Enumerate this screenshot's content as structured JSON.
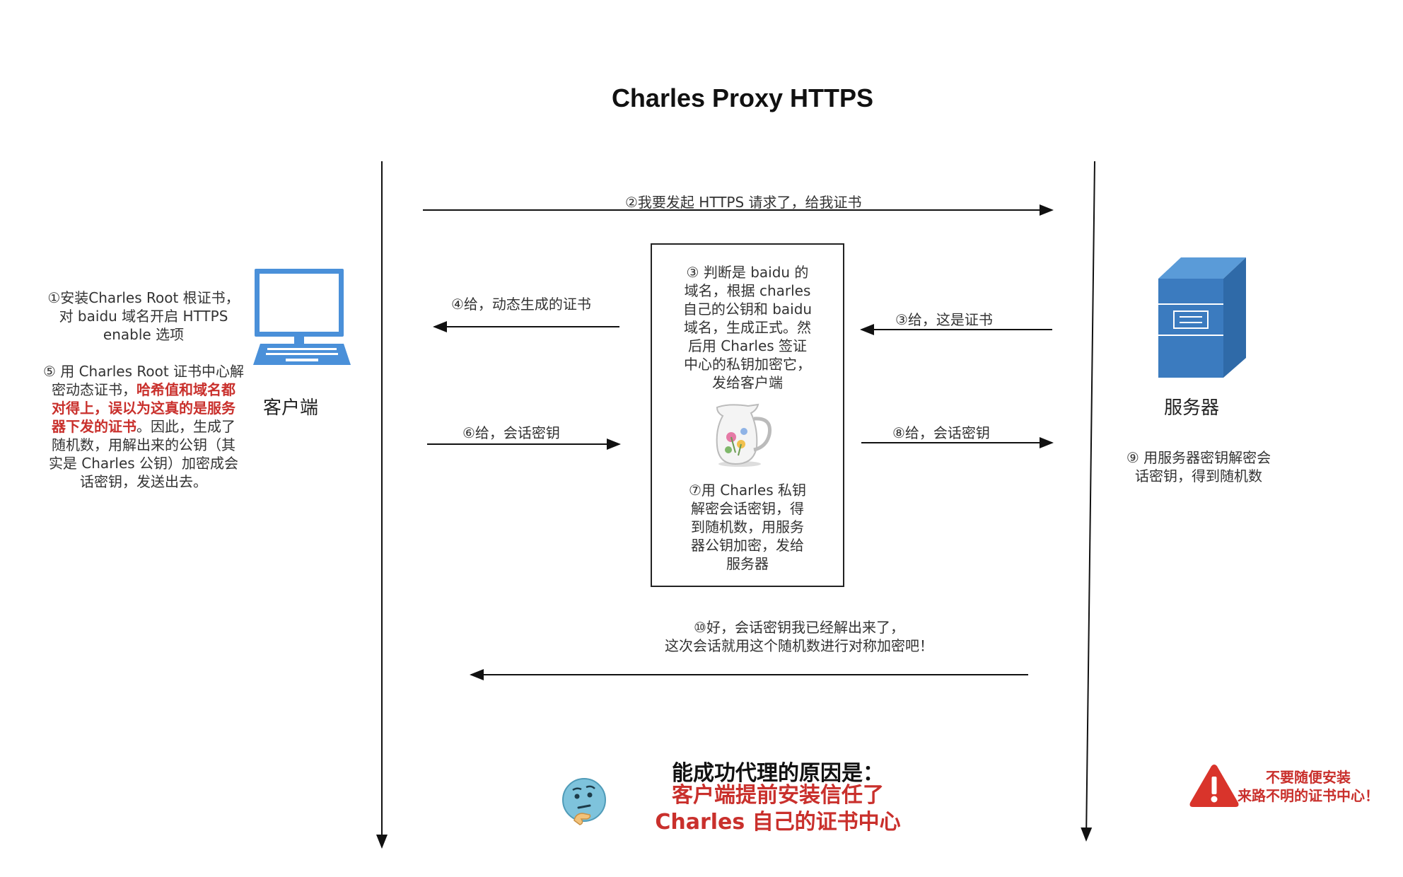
{
  "title": "Charles Proxy HTTPS",
  "actors": {
    "client": "客户端",
    "server": "服务器"
  },
  "arrows": {
    "step2": "②我要发起 HTTPS 请求了，给我证书",
    "step3": "③给，这是证书",
    "step4": "④给，动态生成的证书",
    "step6": "⑥给，会话密钥",
    "step8": "⑧给，会话密钥",
    "step10": [
      "⑩好，会话密钥我已经解出来了，",
      "这次会话就用这个随机数进行对称加密吧！"
    ]
  },
  "client_notes": {
    "step1": [
      "①安装Charles Root 根证书，",
      "对 baidu 域名开启 HTTPS",
      "enable 选项"
    ],
    "step5_lines": [
      [
        {
          "t": "⑤ 用 Charles Root 证书中心解",
          "red": false
        }
      ],
      [
        {
          "t": "密动态证书，",
          "red": false
        },
        {
          "t": "哈希值和域名都",
          "red": true
        }
      ],
      [
        {
          "t": "对得上，误以为这真的是服务",
          "red": true
        }
      ],
      [
        {
          "t": "器下发的证书",
          "red": true
        },
        {
          "t": "。因此，生成了",
          "red": false
        }
      ],
      [
        {
          "t": "随机数，用解出来的公钥（其",
          "red": false
        }
      ],
      [
        {
          "t": "实是 Charles 公钥）加密成会",
          "red": false
        }
      ],
      [
        {
          "t": "话密钥，发送出去。",
          "red": false
        }
      ]
    ]
  },
  "charles_box": {
    "step3_desc": [
      "③ 判断是 baidu 的",
      "域名，根据 charles",
      "自己的公钥和 baidu",
      "域名，生成正式。然",
      "后用 Charles 签证",
      "中心的私钥加密它，",
      "发给客户端"
    ],
    "step7_desc": [
      "⑦用 Charles 私钥",
      "解密会话密钥，得",
      "到随机数，用服务",
      "器公钥加密，发给",
      "服务器"
    ]
  },
  "server_note": [
    "⑨ 用服务器密钥解密会",
    "话密钥，得到随机数"
  ],
  "conclusion": {
    "heading": "能成功代理的原因是：",
    "lines": [
      "客户端提前安装信任了",
      "Charles 自己的证书中心"
    ]
  },
  "warning": [
    "不要随便安装",
    "来路不明的证书中心！"
  ],
  "colors": {
    "accent_red": "#c9302c",
    "device_blue": "#4a90d9",
    "server_blue": "#3b7bbf",
    "line": "#111111"
  },
  "icons": {
    "client": "laptop-icon",
    "server": "server-icon",
    "charles": "charles-jug-icon",
    "thinking": "thinking-face-icon",
    "warning": "warning-icon"
  }
}
